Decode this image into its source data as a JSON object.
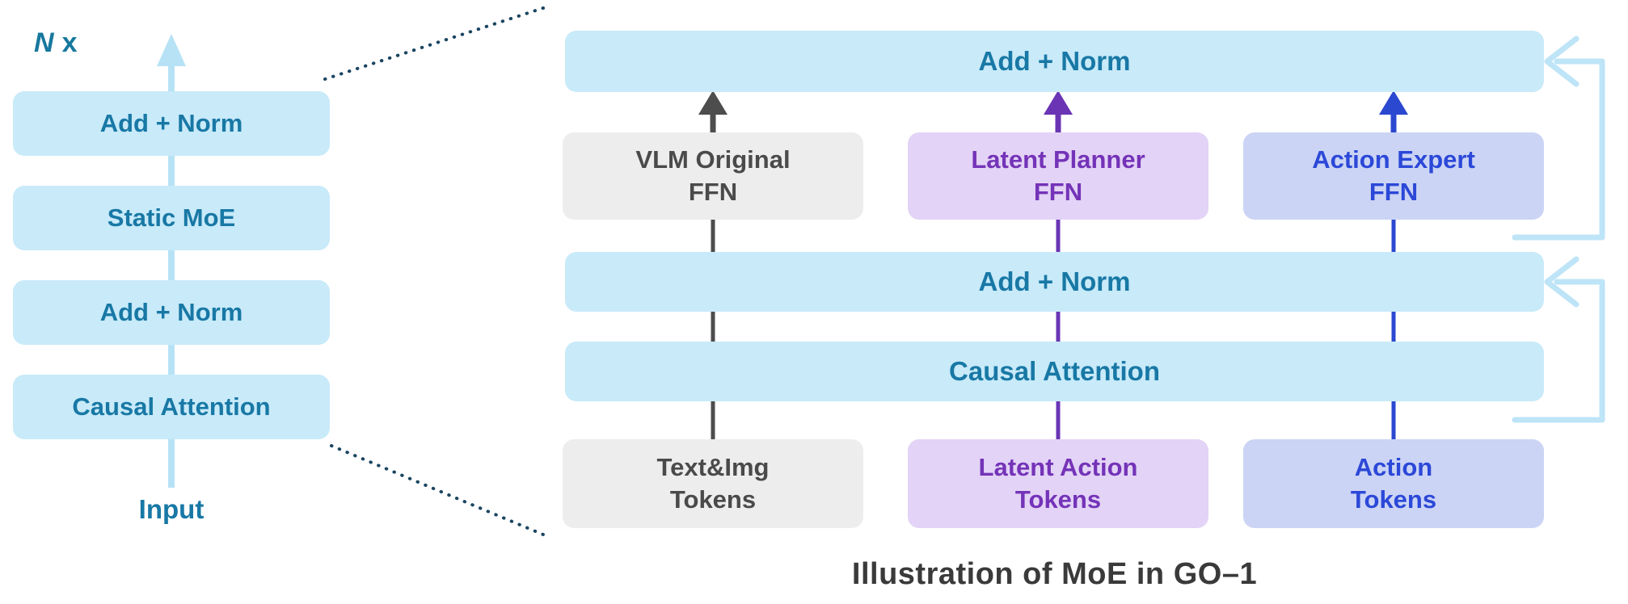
{
  "left_stack": {
    "repeat_n": "N",
    "repeat_x": "x",
    "layers": [
      "Add + Norm",
      "Static MoE",
      "Add + Norm",
      "Causal Attention"
    ],
    "input_label": "Input"
  },
  "moe_detail": {
    "add_norm_top": "Add + Norm",
    "add_norm_mid": "Add + Norm",
    "causal_attention": "Causal Attention",
    "experts": [
      {
        "line1": "VLM Original",
        "line2": "FFN"
      },
      {
        "line1": "Latent Planner",
        "line2": "FFN"
      },
      {
        "line1": "Action Expert",
        "line2": "FFN"
      }
    ],
    "tokens": [
      {
        "line1": "Text&Img",
        "line2": "Tokens"
      },
      {
        "line1": "Latent Action",
        "line2": "Tokens"
      },
      {
        "line1": "Action",
        "line2": "Tokens"
      }
    ]
  },
  "caption": "Illustration of MoE in GO–1",
  "colors": {
    "add_norm_bar_bg": "#C8EAF9",
    "add_norm_bar_text": "#1878A5",
    "vlm_bg": "#EDEDED",
    "vlm_text": "#4A4A4A",
    "latent_planner_bg": "#E3D3F6",
    "latent_planner_text": "#7433B8",
    "action_expert_bg": "#CBD4F4",
    "action_expert_text": "#2B48D8",
    "residual_arrow": "#BEE4F7",
    "left_flow_arrow": "#B7E2F6",
    "dotted_zoom_line": "#1B4560",
    "caption_text": "#3A3A3A"
  }
}
